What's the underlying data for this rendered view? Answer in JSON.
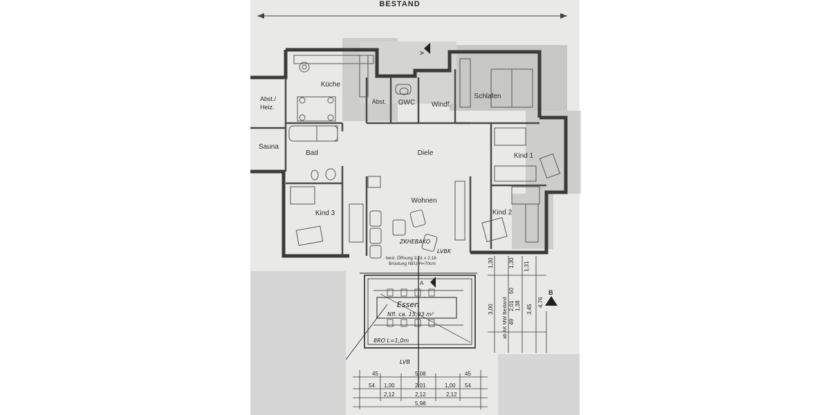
{
  "header": {
    "title": "BESTAND"
  },
  "rooms": {
    "kueche": "Küche",
    "abst_heiz": "Abst./\nHeiz.",
    "abst_heiz_line1": "Abst./",
    "abst_heiz_line2": "Heiz.",
    "abst": "Abst.",
    "gwc": "GWC",
    "windf": "Windf.",
    "schlafen": "Schlafen",
    "sauna": "Sauna",
    "bad": "Bad",
    "diele": "Diele",
    "kind1": "Kind 1",
    "kind2": "Kind 2",
    "kind3": "Kind 3",
    "wohnen": "Wohnen",
    "essen": "Essen"
  },
  "annotations": {
    "opening_line1": "best. Öffnung 3,01 x 2,16",
    "opening_line2": "Brüstung NEU H=70cm",
    "nfl": "Nfl. ca. 15,93 m²",
    "hand_note1": "ZKHEBAKO",
    "hand_note2": "LVBK",
    "hand_note3": "8RO L=1,0m",
    "hand_note4": "LVB",
    "section_a": "A",
    "section_b": "B",
    "side_note": "ab AK MW Bestand"
  },
  "dimensions": {
    "row1": [
      "45",
      "5,08",
      "45"
    ],
    "row2": [
      "54",
      "1,00",
      "2,01",
      "1,00",
      "54"
    ],
    "row3": [
      "2,12",
      "2,12",
      "2,12"
    ],
    "total": "5,98",
    "vertical": [
      "1,30",
      "1,30",
      "1,31",
      "3,00",
      "2,01",
      "1,38",
      "3,45",
      "4,76",
      "49",
      "50"
    ]
  }
}
